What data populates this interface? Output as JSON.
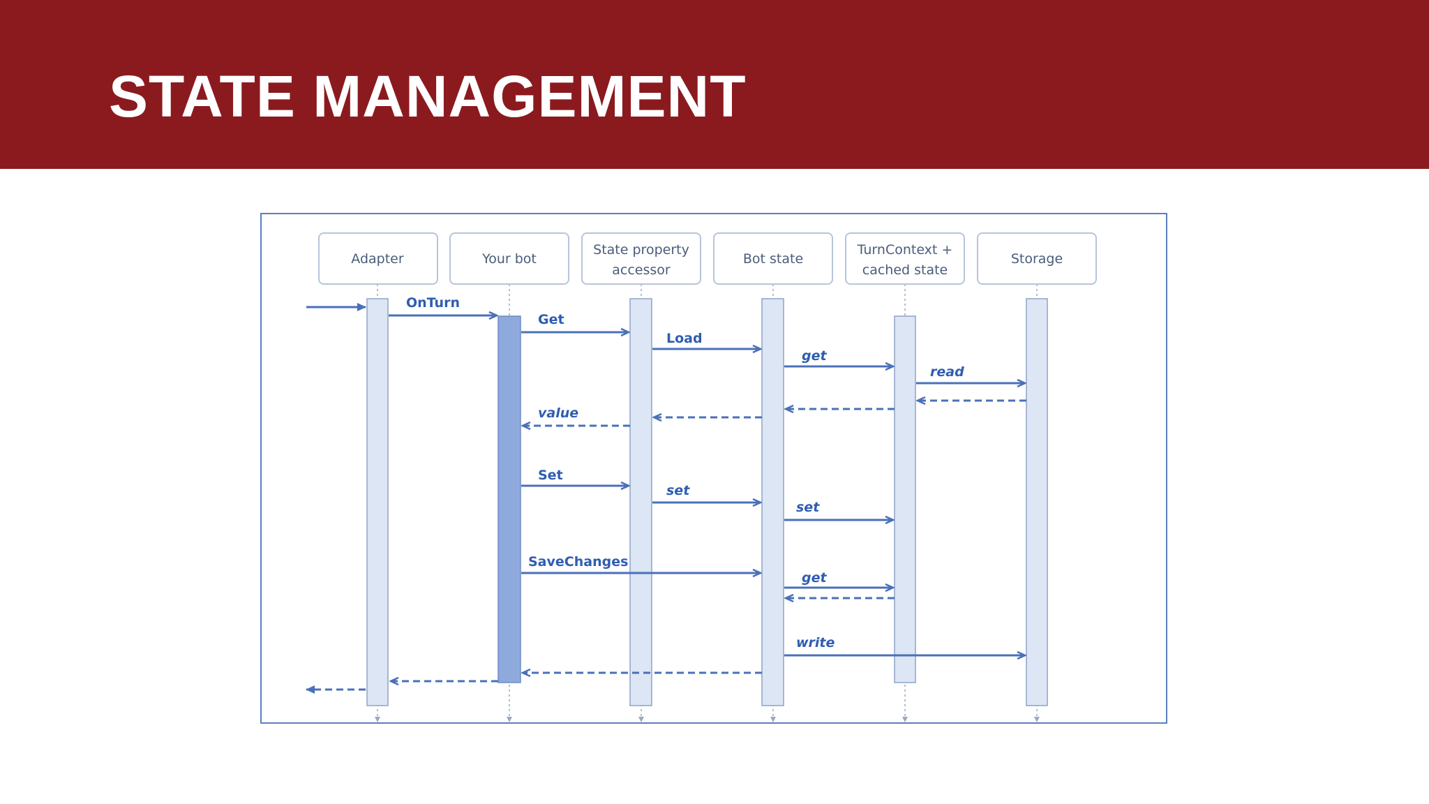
{
  "slide": {
    "title": "STATE MANAGEMENT"
  },
  "colors": {
    "header_bg": "#8b1a1f",
    "arrow": "#4a70b8",
    "activation_fill": "#dce6f4",
    "bot_activation_fill": "#8ea9dc",
    "frame": "#5b7fbf"
  },
  "diagram": {
    "participants": [
      {
        "id": "adapter",
        "label": "Adapter"
      },
      {
        "id": "bot",
        "label": "Your bot"
      },
      {
        "id": "accessor",
        "label_line1": "State property",
        "label_line2": "accessor"
      },
      {
        "id": "botstate",
        "label": "Bot state"
      },
      {
        "id": "turncontext",
        "label_line1": "TurnContext +",
        "label_line2": "cached state"
      },
      {
        "id": "storage",
        "label": "Storage"
      }
    ],
    "messages": [
      {
        "from": "external",
        "to": "adapter",
        "label": "",
        "style": "solid"
      },
      {
        "from": "adapter",
        "to": "bot",
        "label": "OnTurn",
        "style": "solid"
      },
      {
        "from": "bot",
        "to": "accessor",
        "label": "Get",
        "style": "solid"
      },
      {
        "from": "accessor",
        "to": "botstate",
        "label": "Load",
        "style": "solid"
      },
      {
        "from": "botstate",
        "to": "turncontext",
        "label": "get",
        "style": "solid",
        "italic": true
      },
      {
        "from": "turncontext",
        "to": "storage",
        "label": "read",
        "style": "solid",
        "italic": true
      },
      {
        "from": "storage",
        "to": "turncontext",
        "label": "",
        "style": "dashed"
      },
      {
        "from": "turncontext",
        "to": "botstate",
        "label": "",
        "style": "dashed"
      },
      {
        "from": "botstate",
        "to": "accessor",
        "label": "",
        "style": "dashed"
      },
      {
        "from": "accessor",
        "to": "bot",
        "label": "value",
        "style": "dashed",
        "italic": true
      },
      {
        "from": "bot",
        "to": "accessor",
        "label": "Set",
        "style": "solid"
      },
      {
        "from": "accessor",
        "to": "botstate",
        "label": "set",
        "style": "solid",
        "italic": true
      },
      {
        "from": "botstate",
        "to": "turncontext",
        "label": "set",
        "style": "solid",
        "italic": true
      },
      {
        "from": "bot",
        "to": "botstate",
        "label": "SaveChanges",
        "style": "solid"
      },
      {
        "from": "botstate",
        "to": "turncontext",
        "label": "get",
        "style": "solid",
        "italic": true
      },
      {
        "from": "turncontext",
        "to": "botstate",
        "label": "",
        "style": "dashed"
      },
      {
        "from": "botstate",
        "to": "storage",
        "label": "write",
        "style": "solid",
        "italic": true
      },
      {
        "from": "botstate",
        "to": "bot",
        "label": "",
        "style": "dashed"
      },
      {
        "from": "bot",
        "to": "adapter",
        "label": "",
        "style": "dashed"
      },
      {
        "from": "adapter",
        "to": "external",
        "label": "",
        "style": "dashed"
      }
    ]
  }
}
